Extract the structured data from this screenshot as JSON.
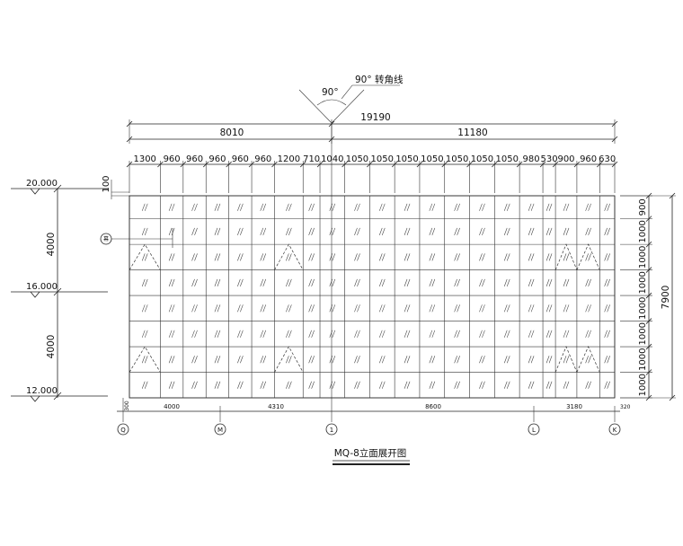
{
  "drawing": {
    "title": "MQ-8立面展开图",
    "corner": {
      "angle_label": "90°",
      "note": "90° 转角线"
    },
    "total_width": "19190",
    "segment_widths": [
      "8010",
      "11180"
    ],
    "panel_widths": [
      "1300",
      "960",
      "960",
      "960",
      "960",
      "960",
      "1200",
      "710",
      "1040",
      "1050",
      "1050",
      "1050",
      "1050",
      "1050",
      "1050",
      "1050",
      "980",
      "530",
      "900",
      "960",
      "630"
    ],
    "row_heights": [
      "900",
      "1000",
      "1000",
      "1000",
      "1000",
      "1000",
      "1000",
      "1000"
    ],
    "total_height": "7900",
    "top_offset": "100",
    "left_floor_heights": [
      "4000",
      "4000"
    ],
    "elevations": [
      "20.000",
      "16.000",
      "12.000"
    ],
    "axis_spacings": [
      "4000",
      "4310",
      "8600",
      "3180",
      "320"
    ],
    "axis_start_offset": "300",
    "axes": [
      "Q",
      "M",
      "1",
      "L",
      "K"
    ],
    "left_marker": "幕"
  }
}
